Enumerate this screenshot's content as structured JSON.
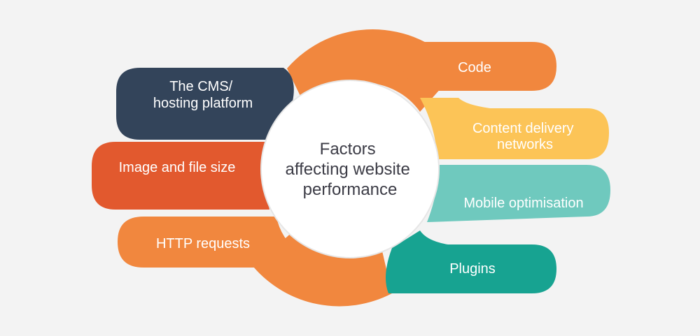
{
  "diagram": {
    "center": {
      "lines": [
        "Factors",
        "affecting website",
        "performance"
      ],
      "fill": "#ffffff",
      "text_color": "#3c3c46"
    },
    "left_segments": [
      {
        "lines": [
          "The CMS/",
          "hosting platform"
        ],
        "color": "#33445a"
      },
      {
        "lines": [
          "Image and file size"
        ],
        "color": "#e2592e"
      },
      {
        "lines": [
          "HTTP requests"
        ],
        "color": "#f1873e"
      }
    ],
    "right_segments": [
      {
        "lines": [
          "Code"
        ],
        "color": "#f1873e"
      },
      {
        "lines": [
          "Content delivery",
          "networks"
        ],
        "color": "#fcc457"
      },
      {
        "lines": [
          "Mobile optimisation"
        ],
        "color": "#6fc9be"
      },
      {
        "lines": [
          "Plugins"
        ],
        "color": "#17a391"
      }
    ],
    "text_color": "#ffffff",
    "background": "#f3f3f3"
  }
}
